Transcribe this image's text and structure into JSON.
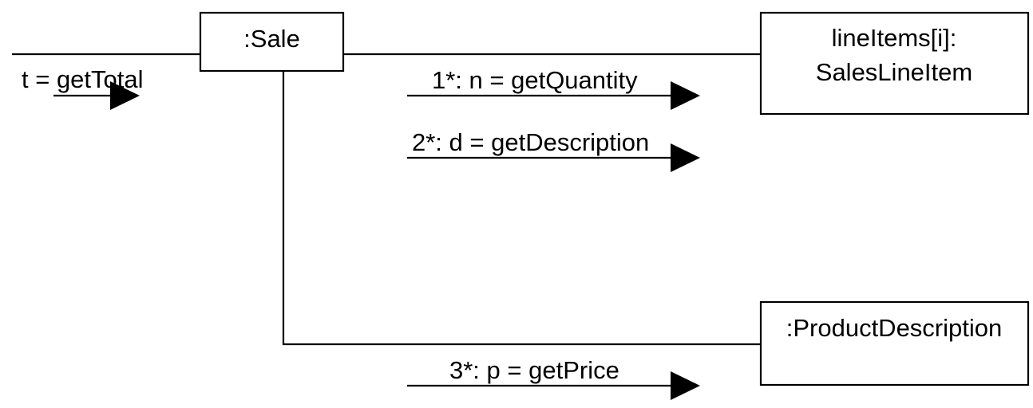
{
  "objects": {
    "sale": ":Sale",
    "line_items_line1": "lineItems[i]:",
    "line_items_line2": "SalesLineItem",
    "product_description": ":ProductDescription"
  },
  "messages": {
    "get_total": "t = getTotal",
    "get_quantity": "1*: n = getQuantity",
    "get_description": "2*: d = getDescription",
    "get_price": "3*: p = getPrice"
  },
  "colors": {
    "stroke": "#000000",
    "background": "#ffffff"
  }
}
